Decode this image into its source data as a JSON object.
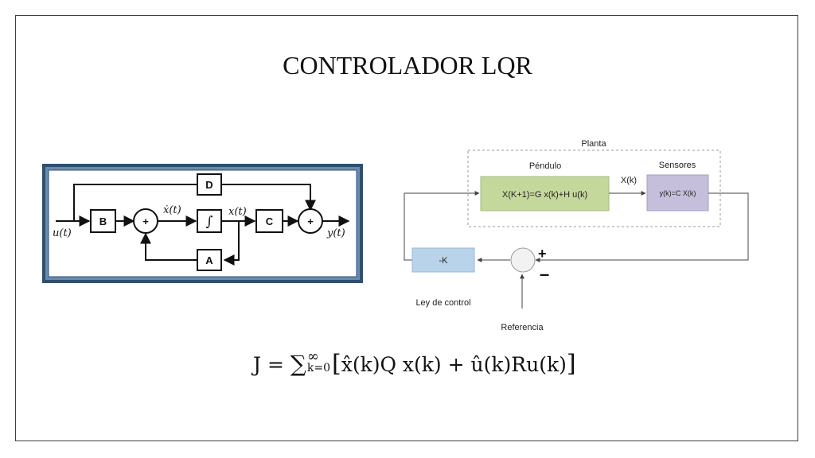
{
  "title": "CONTROLADOR LQR",
  "state_space_diagram": {
    "input_label": "u(t)",
    "output_label": "y(t)",
    "xdot_label": "ẋ(t)",
    "x_label": "x(t)",
    "block_b": "B",
    "block_c": "C",
    "block_d": "D",
    "block_a": "A",
    "integrator_symbol": "∫",
    "sum_symbol": "+"
  },
  "lqr_diagram": {
    "plant_label": "Planta",
    "pendulum_label": "Péndulo",
    "pendulum_eq": "X(K+1)=G x(k)+H u(k)",
    "sensors_label": "Sensores",
    "sensors_eq": "y(k)=C X(k)",
    "state_label": "X(k)",
    "gain_block": "-K",
    "control_law_label": "Ley de control",
    "reference_label": "Referencia",
    "plus_sign": "+",
    "minus_sign": "–"
  },
  "formula": {
    "lhs": "J = ",
    "sum": "∑",
    "upper": "∞",
    "lower": "k=0",
    "body_open": "[",
    "body": "x̂(k)Q x(k) + û(k)Ru(k)",
    "body_close": "]"
  }
}
